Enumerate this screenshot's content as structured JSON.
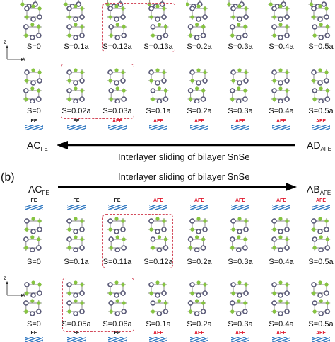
{
  "colors": {
    "sn": "#5a5a78",
    "se": "#86c440",
    "bond": "#8a8a8a",
    "fe_badge": "#222222",
    "afe_badge": "#e0182d",
    "stripe": "#3b7fc4",
    "dashed_box": "#d34a5b",
    "arrow": "#000000"
  },
  "panel_a": {
    "row1_labels": [
      "S=0",
      "S=0.1a",
      "S=0.12a",
      "S=0.13a",
      "S=0.2a",
      "S=0.3a",
      "S=0.4a",
      "S=0.5a"
    ],
    "row2_labels": [
      "S=0",
      "S=0.02a",
      "S=0.03a",
      "S=0.1a",
      "S=0.2a",
      "S=0.3a",
      "S=0.4a",
      "S=0.5a"
    ],
    "badges": [
      "FE",
      "FE",
      "AFE",
      "AFE",
      "AFE",
      "AFE",
      "AFE",
      "AFE"
    ],
    "left_end": {
      "main": "AC",
      "sub": "FE"
    },
    "right_end": {
      "main": "AD",
      "sub": "AFE"
    },
    "slide_label": "Interlayer sliding of bilayer SnSe",
    "axis_z": "z",
    "axis_x": "x"
  },
  "panel_b": {
    "letter": "(b)",
    "left_end": {
      "main": "AC",
      "sub": "FE"
    },
    "right_end": {
      "main": "AB",
      "sub": "AFE"
    },
    "slide_label": "Interlayer sliding of bilayer SnSe",
    "badges": [
      "FE",
      "FE",
      "FE",
      "AFE",
      "AFE",
      "AFE",
      "AFE",
      "AFE"
    ],
    "row1_labels": [
      "S=0",
      "S=0.1a",
      "S=0.11a",
      "S=0.12a",
      "S=0.2a",
      "S=0.3a",
      "S=0.4a",
      "S=0.5a"
    ],
    "row2_labels": [
      "S=0",
      "S=0.05a",
      "S=0.06a",
      "S=0.1a",
      "S=0.2a",
      "S=0.3a",
      "S=0.4a",
      "S=0.5a"
    ],
    "bottom_badges": [
      "FE",
      "FE",
      "FE",
      "AFE",
      "AFE",
      "AFE",
      "AFE",
      "AFE"
    ],
    "axis_z": "z",
    "axis_x": "x"
  }
}
